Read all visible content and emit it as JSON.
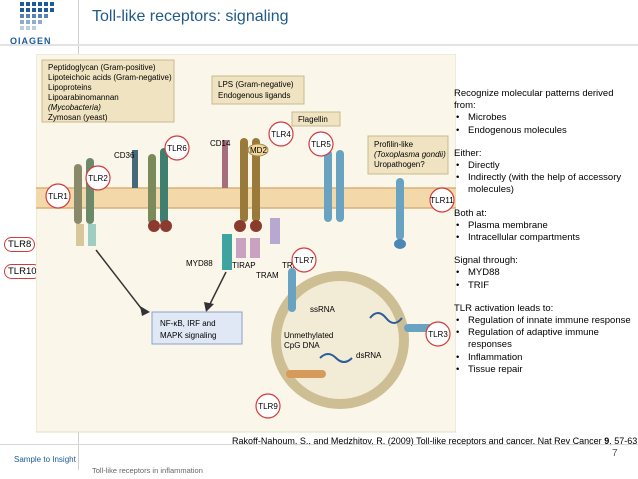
{
  "header": {
    "title": "Toll-like receptors: signaling",
    "logo_text": "QIAGEN"
  },
  "figure": {
    "ligand_box_left": [
      "Peptidoglycan (Gram-positive)",
      "Lipoteichoic acids (Gram-negative)",
      "Lipoproteins",
      "Lipoarabinomannan",
      "(Mycobacteria)",
      "Zymosan (yeast)"
    ],
    "ligand_box_mid": [
      "LPS (Gram-negative)",
      "Endogenous ligands"
    ],
    "flagellin": "Flagellin",
    "profilin": [
      "Profilin-like",
      "(Toxoplasma gondii)",
      "Uropathogen?"
    ],
    "cd36": "CD36",
    "cd14": "CD14",
    "md2": "MD2",
    "tirap": "TIRAP",
    "tram": "TRAM",
    "trif": "TRIF",
    "myd88": "MYD88",
    "nfkb": [
      "NF-κB, IRF and",
      "MAPK signaling"
    ],
    "ssrna": "ssRNA",
    "dsrna": "dsRNA",
    "cpg": [
      "Unmethylated",
      "CpG DNA"
    ],
    "tlr_labels": {
      "tlr1": "TLR1",
      "tlr2": "TLR2",
      "tlr6": "TLR6",
      "tlr4": "TLR4",
      "tlr5": "TLR5",
      "tlr11": "TLR11",
      "tlr7": "TLR7",
      "tlr3": "TLR3",
      "tlr9": "TLR9"
    },
    "side_labels": [
      "TLR8",
      "TLR10"
    ]
  },
  "text": {
    "recognize_heading": "Recognize molecular patterns derived from:",
    "recognize_items": [
      "Microbes",
      "Endogenous molecules"
    ],
    "either_heading": "Either:",
    "either_items": [
      "Directly",
      "Indirectly (with the help of accessory molecules)"
    ],
    "both_heading": "Both at:",
    "both_items": [
      "Plasma membrane",
      "Intracellular compartments"
    ],
    "signal_heading": "Signal through:",
    "signal_items": [
      "MYD88",
      "TRIF"
    ],
    "activation_heading": "TLR activation leads to:",
    "activation_items": [
      "Regulation of innate immune response",
      "Regulation of adaptive immune responses",
      "Inflammation",
      "Tissue repair"
    ]
  },
  "citation": {
    "prefix": "Rakoff-Nahoum, S., and Medzhitov, R. (2009) Toll-like receptors and cancer. Nat Rev Cancer ",
    "volume": "9",
    "suffix": ", 57-63"
  },
  "footer": {
    "sample": "Sample to Insight",
    "subtitle": "Toll-like receptors in inflammation",
    "page": "7"
  },
  "colors": {
    "title": "#1f5a8a",
    "brand": "#1d5a9b",
    "highlight_circle": "#d43a3a"
  }
}
